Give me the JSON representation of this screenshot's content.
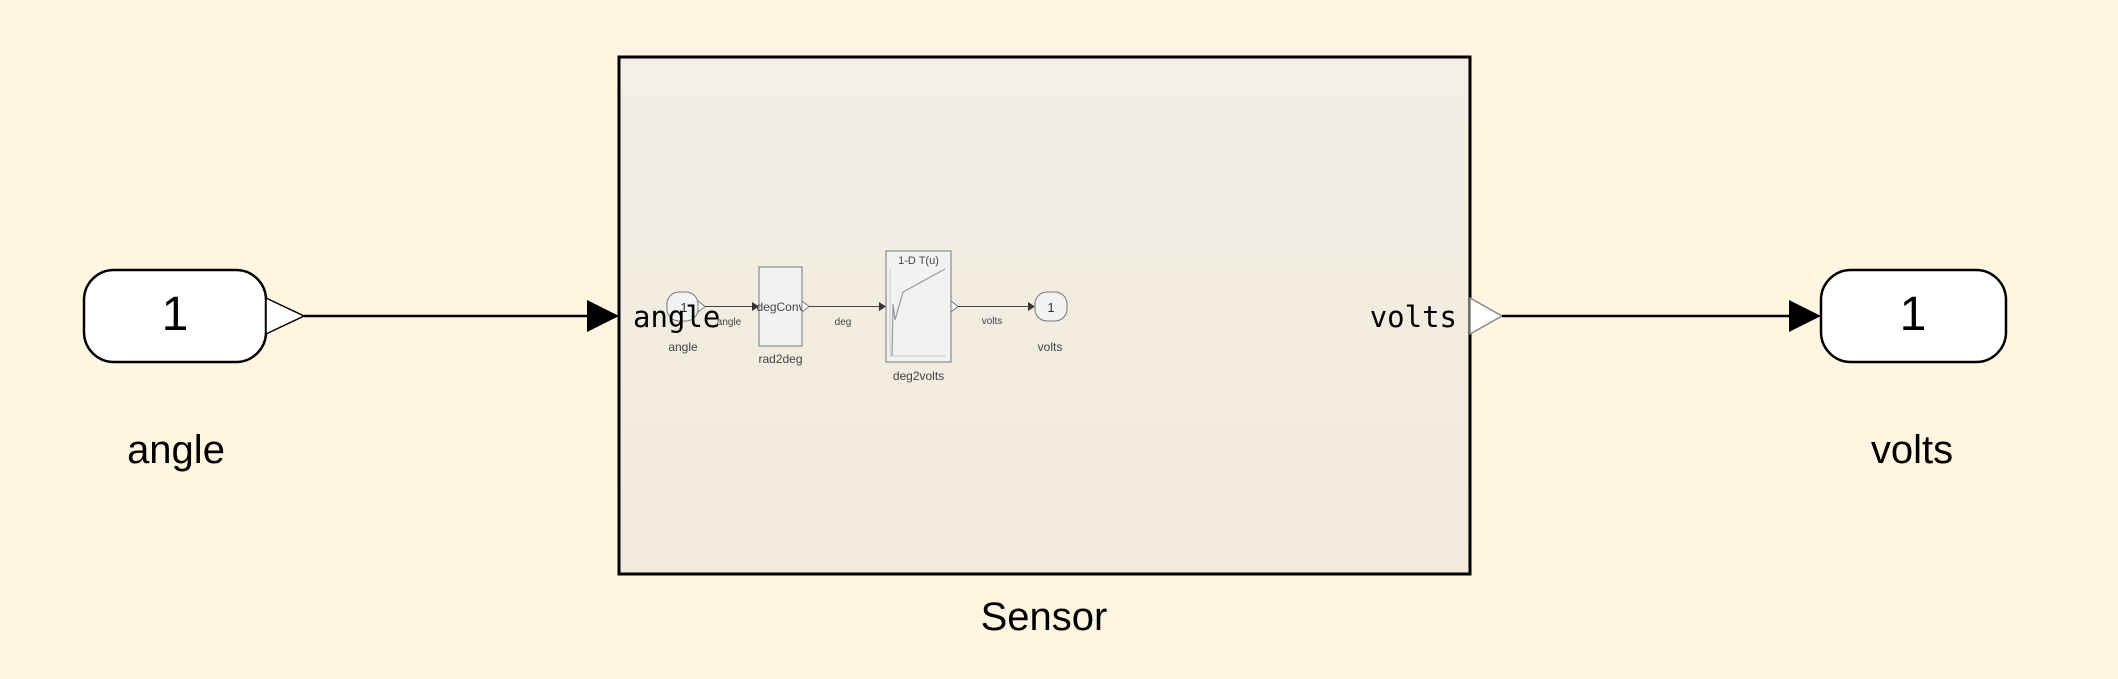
{
  "inport": {
    "number": "1",
    "name": "angle"
  },
  "outport": {
    "number": "1",
    "name": "volts"
  },
  "subsystem": {
    "name": "Sensor",
    "input_port_label": "angle",
    "output_port_label": "volts",
    "contents": {
      "inport": {
        "number": "1",
        "name": "angle"
      },
      "gain_block": {
        "text": "degConv",
        "name": "rad2deg"
      },
      "lookup_block": {
        "title": "1-D T(u)",
        "name": "deg2volts"
      },
      "outport": {
        "number": "1",
        "name": "volts"
      },
      "signals": [
        "angle",
        "deg",
        "volts"
      ]
    }
  },
  "colors": {
    "canvas": "#fff5e0",
    "subsystem_fill": "#f2ece0",
    "block_fill": "#f2f2f2"
  }
}
